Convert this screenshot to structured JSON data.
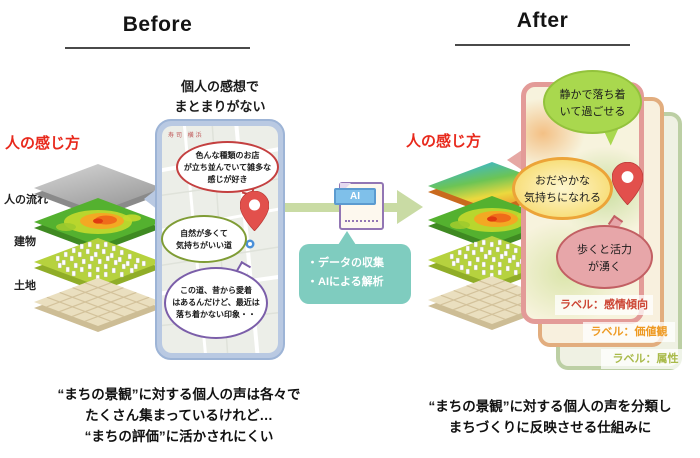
{
  "before": {
    "title": "Before",
    "note_lines": [
      "個人の感想で",
      "まとまりがない"
    ],
    "feeling_label": "人の感じ方",
    "layer_labels": [
      "人の流れ",
      "建物",
      "土地"
    ],
    "phone": {
      "map_label": "寿司 横浜",
      "bubbles": [
        {
          "name": "shops-bubble",
          "lines": [
            "色んな種類のお店",
            "が立ち並んでいて雑多な",
            "感じが好き"
          ],
          "border_color": "#c44040"
        },
        {
          "name": "nature-bubble",
          "lines": [
            "自然が多くて",
            "気持ちがいい道"
          ],
          "border_color": "#7f9c35"
        },
        {
          "name": "road-bubble",
          "lines": [
            "この道、昔から愛着",
            "はあるんだけど、最近は",
            "落ち着かない印象・・"
          ],
          "border_color": "#7b5ea9"
        }
      ]
    },
    "summary": [
      "“まちの景観”に対する個人の声は各々で",
      "たくさん集まっているけれど…",
      "“まちの評価”に活かされにくい"
    ]
  },
  "process": {
    "ai_badge": "AI",
    "callout_lines": [
      "・データの収集",
      "・AIによる解析"
    ],
    "callout_color": "#7fccbf",
    "arrow_color": "#c9dba4"
  },
  "after": {
    "title": "After",
    "feeling_label": "人の感じ方",
    "bubbles": [
      {
        "name": "calm-bubble",
        "lines": [
          "静かで落ち着",
          "いて過ごせる"
        ],
        "fill": "#a9d84e"
      },
      {
        "name": "gentle-bubble",
        "lines": [
          "おだやかな",
          "気持ちになれる"
        ],
        "fill": "#f8df7d"
      },
      {
        "name": "vitality-bubble",
        "lines": [
          "歩くと活力",
          "が湧く"
        ],
        "fill": "#e7a6a9"
      }
    ],
    "label_tags": [
      "ラベル：感情傾向",
      "ラベル：価値観",
      "ラベル：属性"
    ],
    "tag_colors": [
      "#cc4433",
      "#ee9a22",
      "#a9ba4a"
    ],
    "summary": [
      "“まちの景観”に対する個人の声を分類し",
      "まちづくりに反映させる仕組みに"
    ]
  },
  "colors": {
    "feeling_label": "#e8291c",
    "pin": "#e2504c",
    "phone_frame": "#b9c9e2",
    "card_front_border": "#e39b98",
    "card_mid_border": "#e2ad7e",
    "card_back_border": "#bccfa4"
  }
}
